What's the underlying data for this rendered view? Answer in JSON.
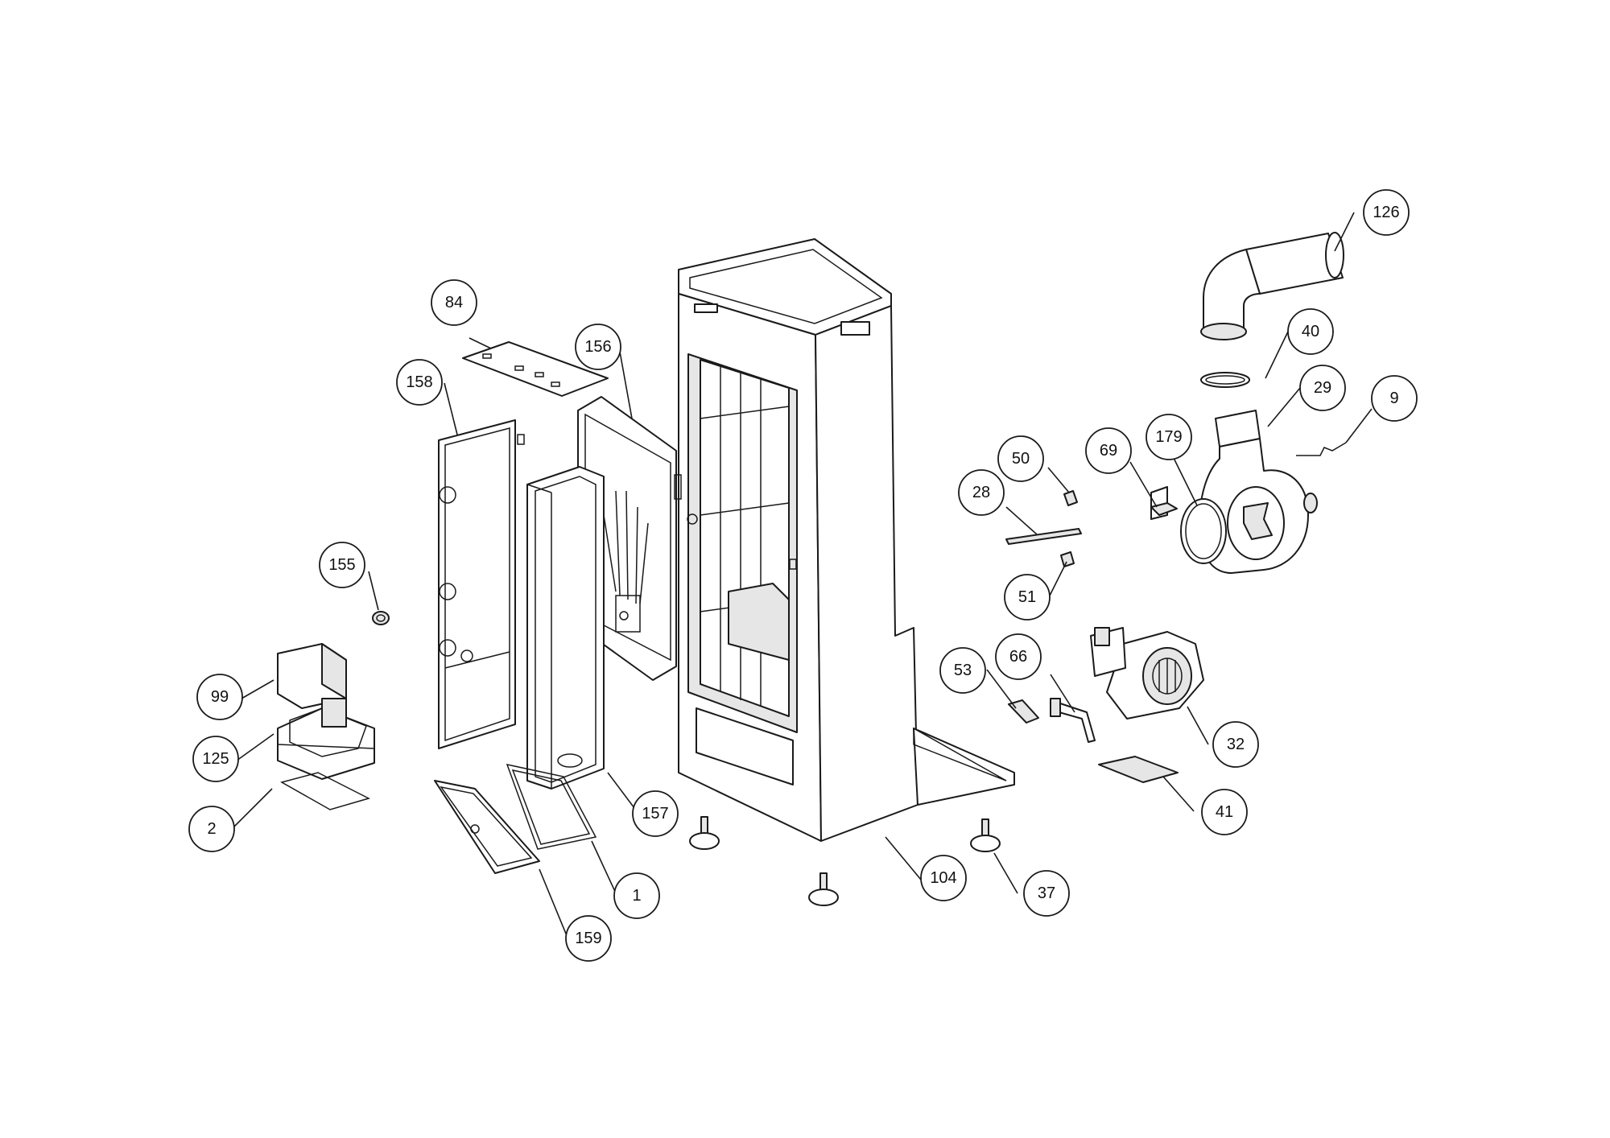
{
  "callouts": [
    {
      "id": "c126",
      "label": "126"
    },
    {
      "id": "c40",
      "label": "40"
    },
    {
      "id": "c29",
      "label": "29"
    },
    {
      "id": "c9",
      "label": "9"
    },
    {
      "id": "c179",
      "label": "179"
    },
    {
      "id": "c69",
      "label": "69"
    },
    {
      "id": "c50",
      "label": "50"
    },
    {
      "id": "c28",
      "label": "28"
    },
    {
      "id": "c51",
      "label": "51"
    },
    {
      "id": "c84",
      "label": "84"
    },
    {
      "id": "c156",
      "label": "156"
    },
    {
      "id": "c158",
      "label": "158"
    },
    {
      "id": "c155",
      "label": "155"
    },
    {
      "id": "c99",
      "label": "99"
    },
    {
      "id": "c125",
      "label": "125"
    },
    {
      "id": "c2",
      "label": "2"
    },
    {
      "id": "c157",
      "label": "157"
    },
    {
      "id": "c1",
      "label": "1"
    },
    {
      "id": "c159",
      "label": "159"
    },
    {
      "id": "c104",
      "label": "104"
    },
    {
      "id": "c37",
      "label": "37"
    },
    {
      "id": "c53",
      "label": "53"
    },
    {
      "id": "c66",
      "label": "66"
    },
    {
      "id": "c32",
      "label": "32"
    },
    {
      "id": "c41",
      "label": "41"
    }
  ]
}
